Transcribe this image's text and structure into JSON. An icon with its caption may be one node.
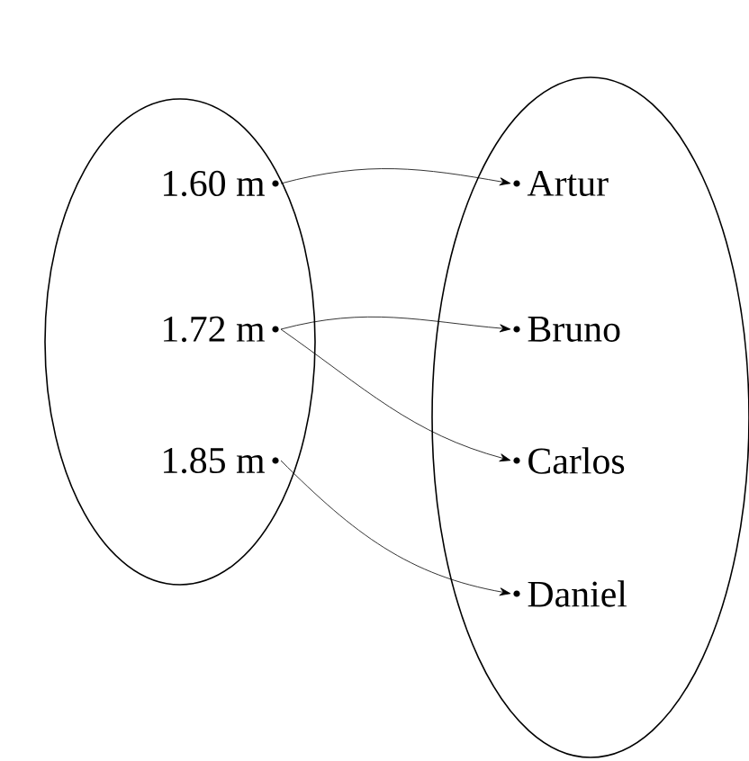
{
  "diagram": {
    "nodes": [
      {
        "text": [],
        "shape": "ellipse"
      },
      {
        "text": [
          "1.60 m"
        ],
        "in": 0
      },
      {
        "text": [
          "1.72 m"
        ],
        "in": 0
      },
      {
        "text": [
          "1.85 m"
        ],
        "in": 0
      },
      {
        "text": [],
        "shape": "ellipse"
      },
      {
        "text": [
          "Artur"
        ],
        "in": 4
      },
      {
        "text": [
          "Bruno"
        ],
        "in": 4
      },
      {
        "text": [
          "Carlos"
        ],
        "in": 4
      },
      {
        "text": [
          "Daniel"
        ],
        "in": 4
      }
    ],
    "edges": [
      {
        "from": 1,
        "to": 5,
        "arrow": "to"
      },
      {
        "from": 2,
        "to": 6,
        "arrow": "to"
      },
      {
        "from": 2,
        "to": 7,
        "arrow": "to"
      },
      {
        "from": 3,
        "to": 8,
        "arrow": "to"
      }
    ]
  }
}
